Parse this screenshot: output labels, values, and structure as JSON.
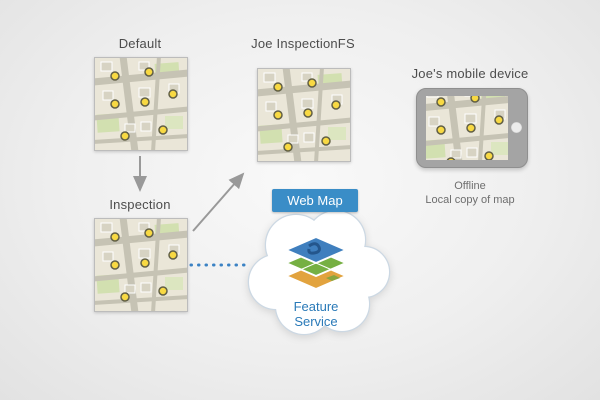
{
  "diagram": {
    "nodes": {
      "default": {
        "label": "Default"
      },
      "joe_inspection_fs": {
        "label": "Joe InspectionFS"
      },
      "inspection": {
        "label": "Inspection"
      },
      "cloud": {
        "banner": "Web Map",
        "service": "Feature Service"
      },
      "device": {
        "label": "Joe's mobile device",
        "status": "Offline",
        "caption": "Local copy of map"
      }
    },
    "colors": {
      "banner_blue": "#3a8dc7",
      "service_text_blue": "#2a7ab8",
      "dotted_link_blue": "#3b82c4",
      "arrow_gray": "#999999",
      "cloud_outline": "#ccd8e3",
      "map_background": "#eae6d8",
      "point_yellow": "#f8d943",
      "layer_blue": "#3f7fbe",
      "layer_green": "#76b043",
      "layer_orange": "#e2a33e"
    }
  }
}
